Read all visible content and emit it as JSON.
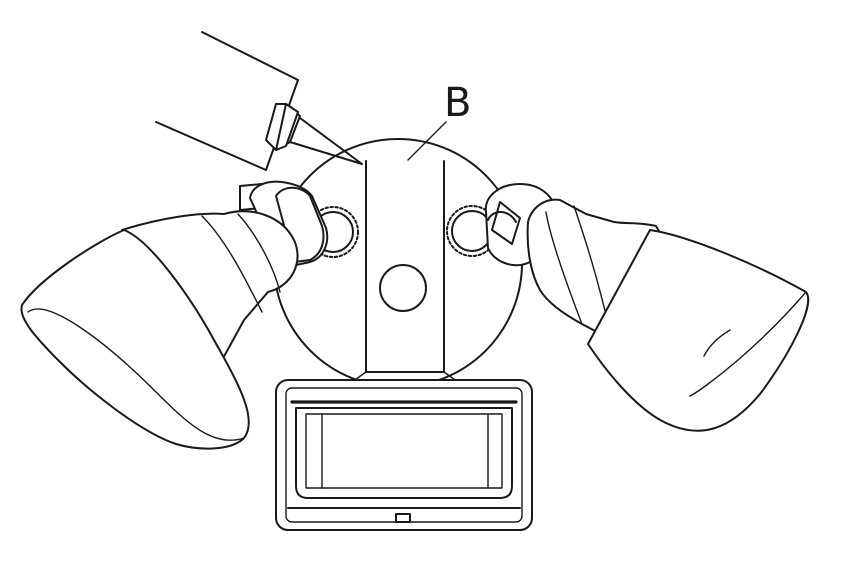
{
  "diagram": {
    "callout_label": "B",
    "colors": {
      "line": "#1a1a1a",
      "background": "#ffffff"
    },
    "parts": [
      "tool-nozzle",
      "mounting-plate",
      "left-lamp-head",
      "right-lamp-head",
      "left-adjust-knob",
      "right-adjust-knob",
      "motion-sensor"
    ]
  }
}
